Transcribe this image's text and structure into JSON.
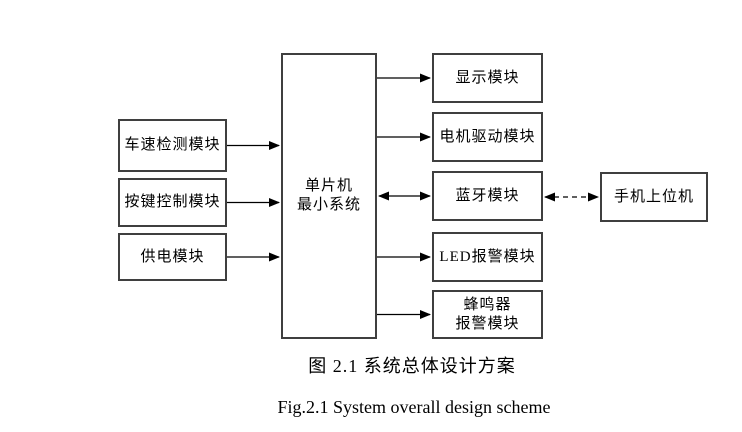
{
  "figure": {
    "caption_zh": "图 2.1 系统总体设计方案",
    "caption_en": "Fig.2.1 System overall design scheme"
  },
  "diagram": {
    "input_modules": [
      {
        "label": "车速检测模块"
      },
      {
        "label": "按键控制模块"
      },
      {
        "label": "供电模块"
      }
    ],
    "mcu": {
      "line1": "单片机",
      "line2": "最小系统"
    },
    "output_modules": [
      {
        "label": "显示模块"
      },
      {
        "label": "电机驱动模块"
      },
      {
        "label": "蓝牙模块"
      },
      {
        "label": "LED报警模块"
      },
      {
        "line1": "蜂鸣器",
        "line2": "报警模块"
      }
    ],
    "remote": {
      "label": "手机上位机"
    },
    "colors": {
      "background": "#ffffff",
      "box_border": "#3f3f3f",
      "connector_line": "#000000"
    }
  }
}
